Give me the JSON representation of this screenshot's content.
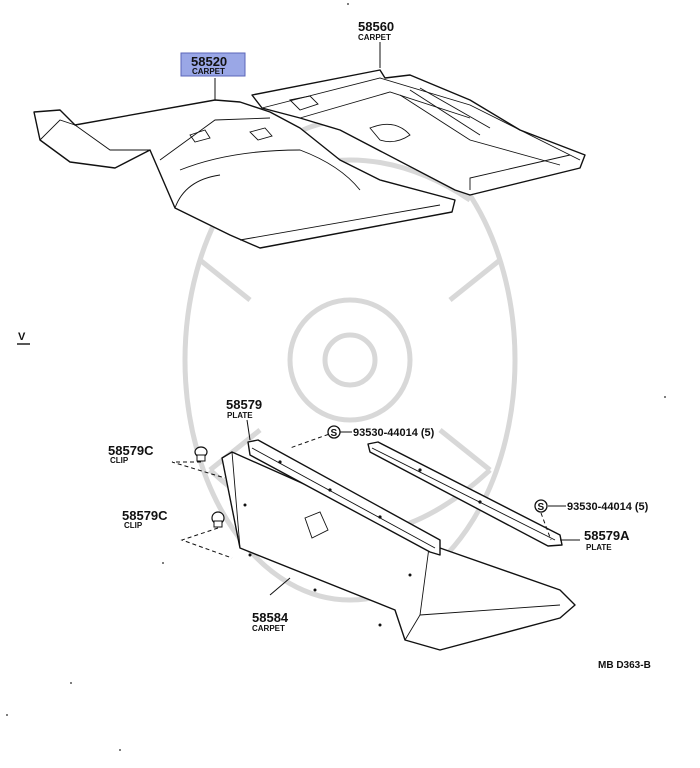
{
  "parts": {
    "p58520": {
      "number": "58520",
      "name": "CARPET"
    },
    "p58560": {
      "number": "58560",
      "name": "CARPET"
    },
    "p58579": {
      "number": "58579",
      "name": "PLATE"
    },
    "p58579C_a": {
      "number": "58579C",
      "name": "CLIP"
    },
    "p58579C_b": {
      "number": "58579C",
      "name": "CLIP"
    },
    "p58584": {
      "number": "58584",
      "name": "CARPET"
    },
    "p58579A": {
      "number": "58579A",
      "name": "PLATE"
    }
  },
  "screws": [
    {
      "symbol": "S",
      "label": "93530-44014 (5)"
    },
    {
      "symbol": "S",
      "label": "93530-44014 (5)"
    }
  ],
  "view_label": "V",
  "diagram_code": "MB D363-B",
  "highlight_color": "#9aa7e6"
}
